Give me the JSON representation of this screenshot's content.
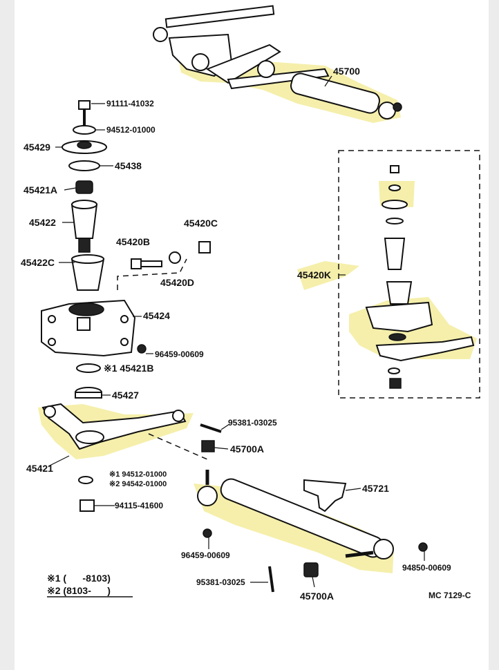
{
  "labels": {
    "p45700": "45700",
    "p91111": "91111-41032",
    "p94512": "94512-01000",
    "p45429": "45429",
    "p45438": "45438",
    "p45421A": "45421A",
    "p45422": "45422",
    "p45420C": "45420C",
    "p45420B": "45420B",
    "p45422C": "45422C",
    "p45420D": "45420D",
    "p45420K": "45420K",
    "p45424": "45424",
    "p96459a": "96459-00609",
    "p45421B": "※1 45421B",
    "p45427": "45427",
    "p95381a": "95381-03025",
    "p45421": "45421",
    "p45700A_top": "45700A",
    "p94512b": "※1 94512-01000",
    "p94542": "※2 94542-01000",
    "p45721": "45721",
    "p94115": "94115-41600",
    "p96459b": "96459-00609",
    "p94850": "94850-00609",
    "p95381b": "95381-03025",
    "p45700A_bot": "45700A",
    "ref": "MC 7129-C"
  },
  "legend": {
    "line1": "※1 (      -8103)",
    "line2": "※2 (8103-      )"
  },
  "colors": {
    "highlight": "#f3ec9c",
    "ink": "#111111",
    "sheet": "#ffffff",
    "margin": "#ececec"
  }
}
